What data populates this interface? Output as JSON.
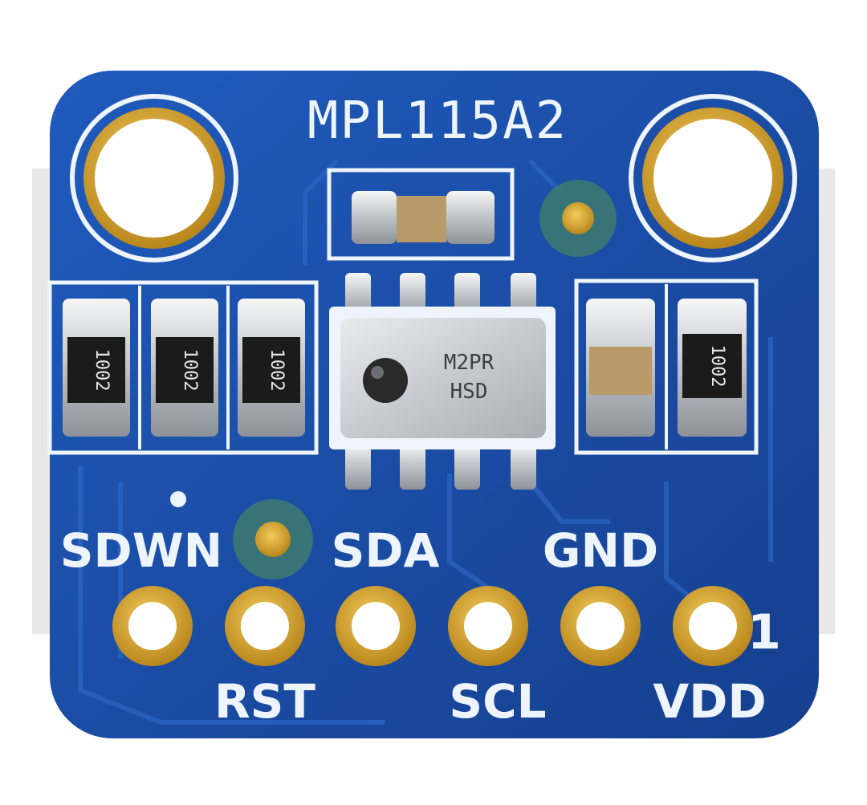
{
  "board": {
    "title": "MPL115A2",
    "chip": {
      "line1": "M2PR",
      "line2": "HSD"
    },
    "resistor_code": "1002",
    "pins_top": [
      "SDWN",
      "SDA",
      "GND"
    ],
    "pins_bottom": [
      "RST",
      "SCL",
      "VDD"
    ],
    "pin1_marker": "1"
  },
  "colors": {
    "pcb": "#1a4fa6",
    "silkscreen": "#eef4fb",
    "gold": "#d9a72e"
  }
}
